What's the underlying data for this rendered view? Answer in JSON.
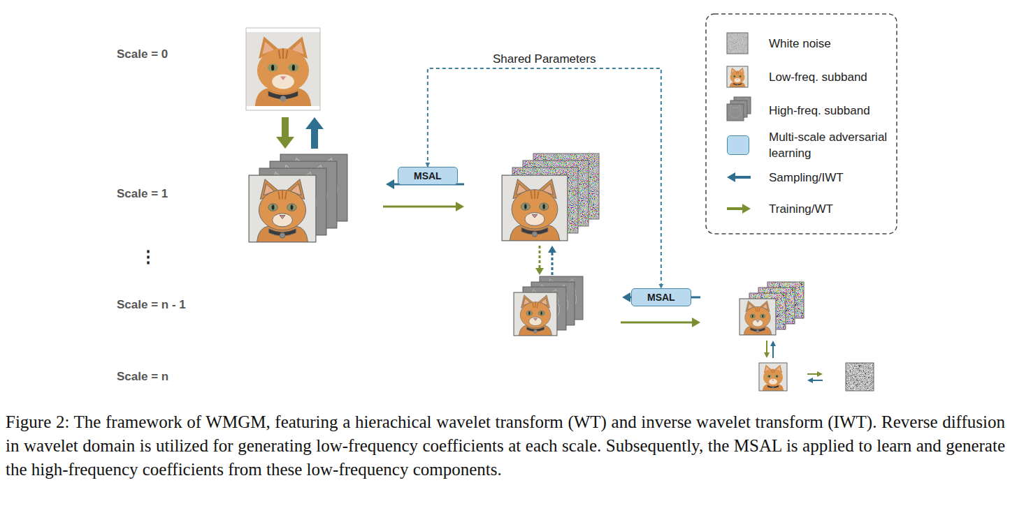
{
  "diagram": {
    "caption": "Figure 2: The framework of WMGM, featuring a hierachical wavelet transform (WT) and inverse wavelet transform (IWT). Reverse diffusion in wavelet domain is utilized for generating low-frequency coefficients at each scale. Subsequently, the MSAL is applied to learn and generate the high-frequency coefficients from these low-frequency components.",
    "nodes": [
      {
        "text": [
          "MSAL"
        ]
      },
      {
        "text": [
          "MSAL"
        ]
      }
    ],
    "edges": [
      {
        "from": 0,
        "to": 1,
        "arrow": "both",
        "label": "Shared Parameters"
      }
    ],
    "labels": [
      "Scale = 0",
      "Scale = 1",
      "⋮",
      "Scale = n - 1",
      "Scale = n"
    ],
    "legend": [
      {
        "text": "White noise"
      },
      {
        "text": "Low-freq. subband"
      },
      {
        "text": "High-freq. subband"
      },
      {
        "text": "Multi-scale adversarial learning",
        "color": "#b9daee"
      },
      {
        "text": "Sampling/IWT"
      },
      {
        "text": "Training/WT"
      }
    ]
  }
}
